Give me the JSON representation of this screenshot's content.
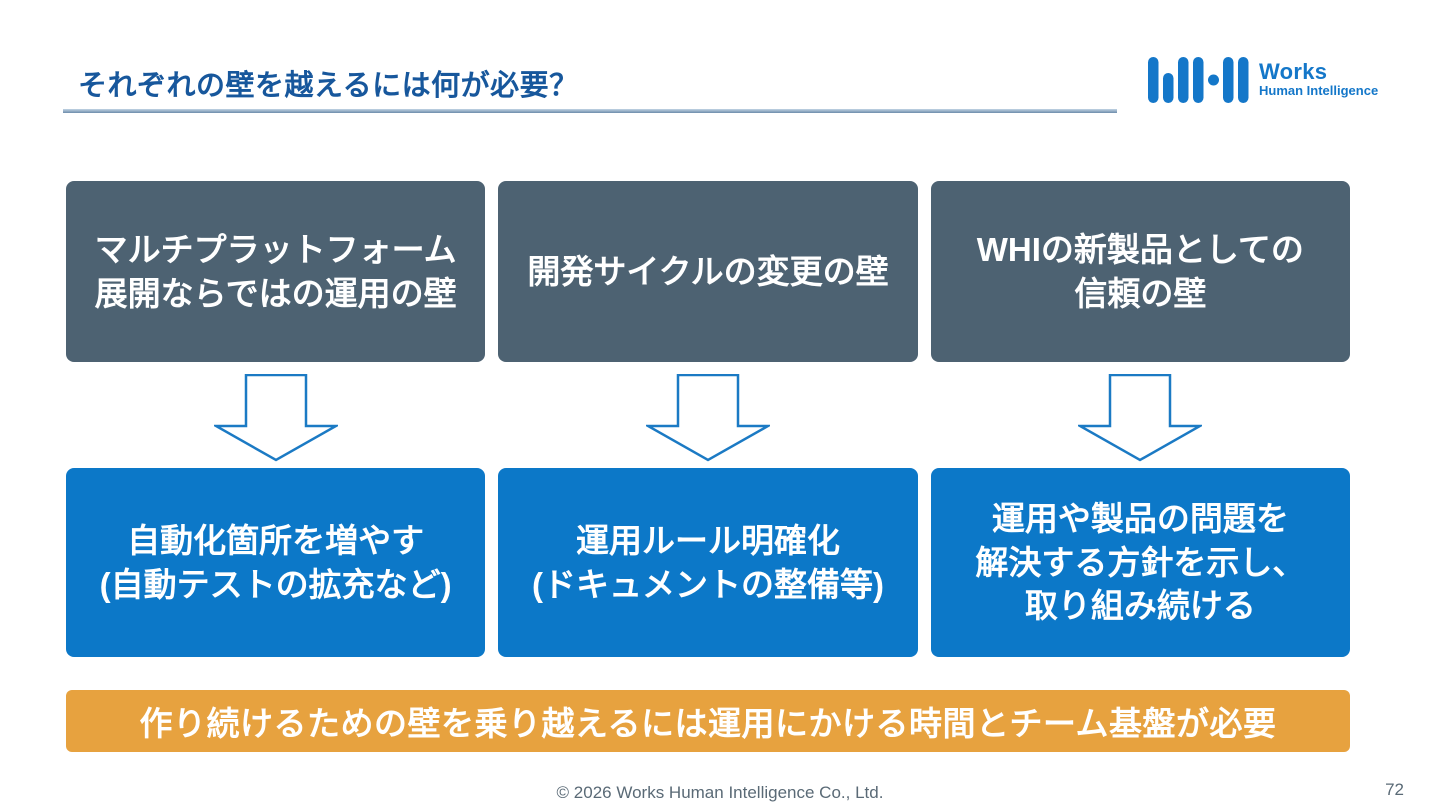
{
  "slide": {
    "title": "それぞれの壁を越えるには何が必要？",
    "footer": "© 2026 Works Human Intelligence Co., Ltd.",
    "page_number": "72"
  },
  "logo": {
    "line1": "Works",
    "line2": "Human Intelligence"
  },
  "columns": [
    {
      "wall": "マルチプラットフォーム\n展開ならではの運用の壁",
      "solution": "自動化箇所を増やす\n(自動テストの拡充など)"
    },
    {
      "wall": "開発サイクルの変更の壁",
      "solution": "運用ルール明確化\n(ドキュメントの整備等)"
    },
    {
      "wall": "WHIの新製品としての\n信頼の壁",
      "solution": "運用や製品の問題を\n解決する方針を示し、\n取り組み続ける"
    }
  ],
  "banner": {
    "text": "作り続けるための壁を乗り越えるには運用にかける時間とチーム基盤が必要"
  },
  "colors": {
    "title_text": "#17579c",
    "wall_box": "#4d6272",
    "solution_box": "#0c78c8",
    "banner": "#e7a23f",
    "arrow_outline": "#1b7ac4",
    "logo_blue": "#1477c9",
    "footer_text": "#5a6a76"
  }
}
